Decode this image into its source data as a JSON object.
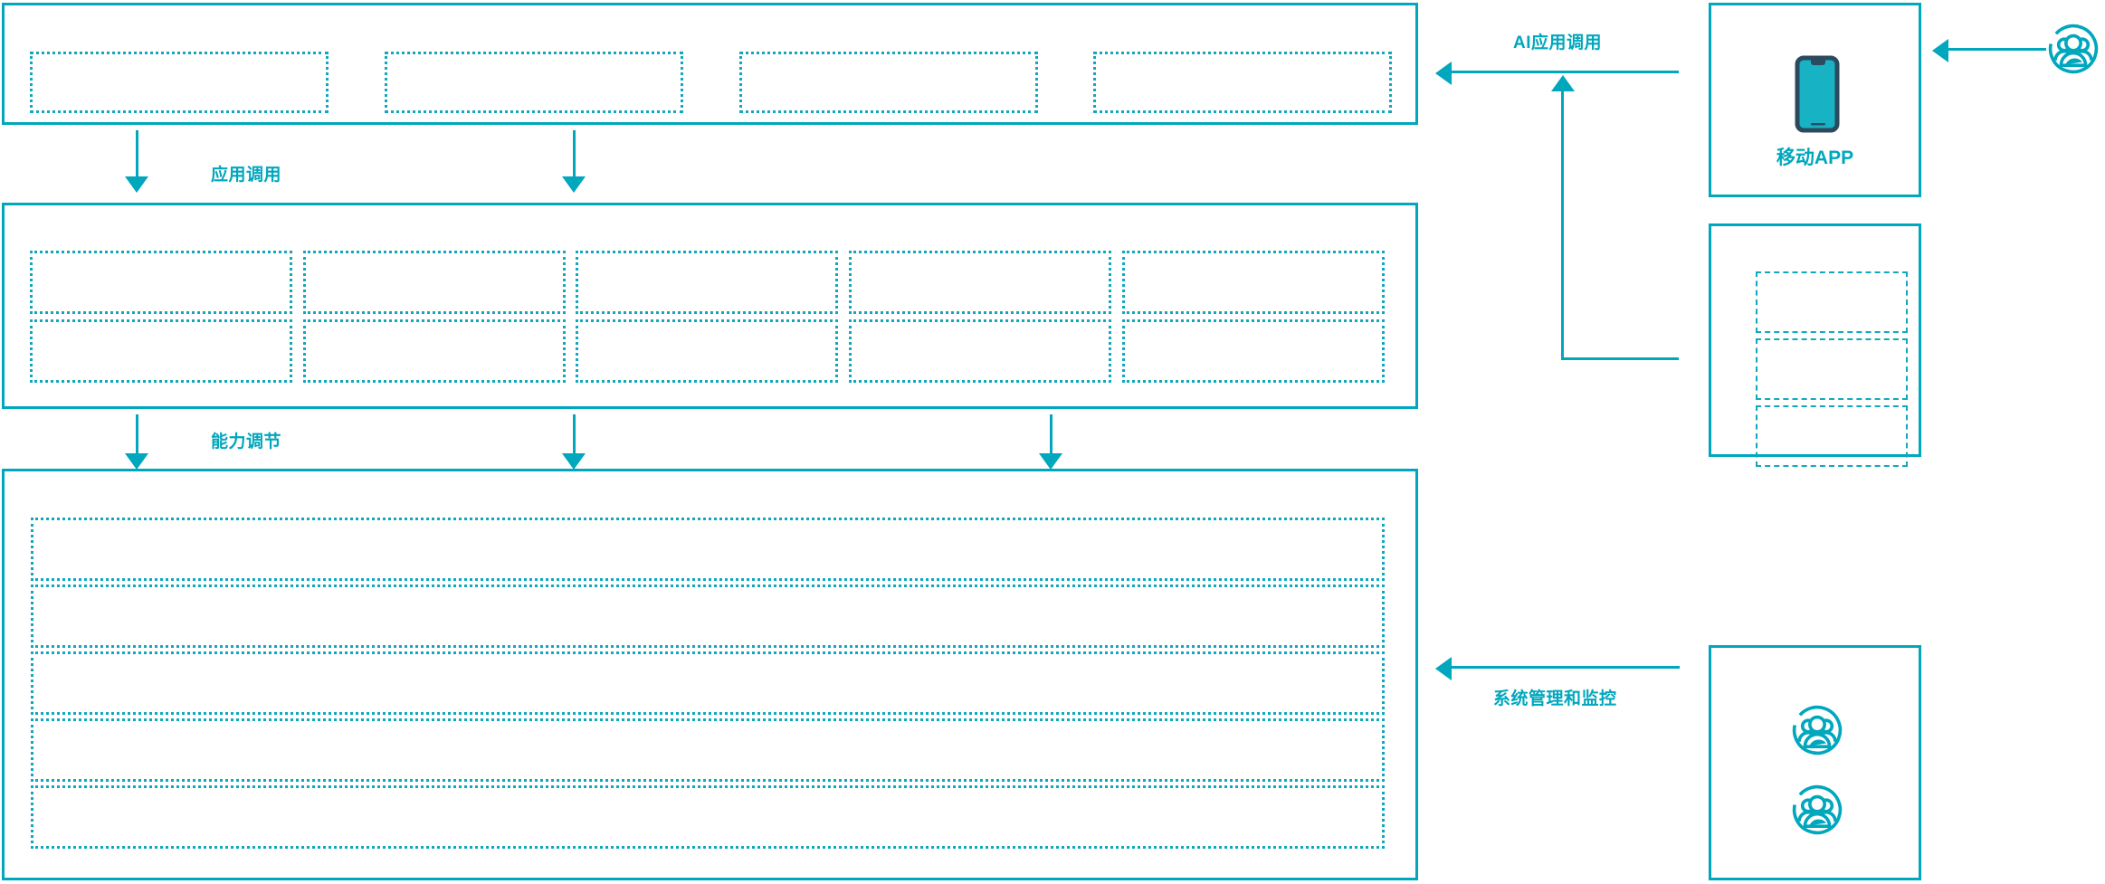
{
  "diagram": {
    "accent_color": "#00a7bd",
    "phone_body_color": "#2c4a5e",
    "phone_screen_color": "#17b2c4",
    "background_color": "#ffffff"
  },
  "layers": [
    {
      "id": "application-layer",
      "name": "application-layer",
      "slots": [
        {
          "id": "app-slot-1",
          "label": ""
        },
        {
          "id": "app-slot-2",
          "label": ""
        },
        {
          "id": "app-slot-3",
          "label": ""
        },
        {
          "id": "app-slot-4",
          "label": ""
        }
      ]
    },
    {
      "id": "capability-layer",
      "name": "capability-layer",
      "columns": [
        {
          "id": "cap-col-1",
          "cells": [
            {
              "id": "cap-cell-1-1",
              "label": ""
            },
            {
              "id": "cap-cell-1-2",
              "label": ""
            }
          ]
        },
        {
          "id": "cap-col-2",
          "cells": [
            {
              "id": "cap-cell-2-1",
              "label": ""
            },
            {
              "id": "cap-cell-2-2",
              "label": ""
            }
          ]
        },
        {
          "id": "cap-col-3",
          "cells": [
            {
              "id": "cap-cell-3-1",
              "label": ""
            },
            {
              "id": "cap-cell-3-2",
              "label": ""
            }
          ]
        },
        {
          "id": "cap-col-4",
          "cells": [
            {
              "id": "cap-cell-4-1",
              "label": ""
            },
            {
              "id": "cap-cell-4-2",
              "label": ""
            }
          ]
        },
        {
          "id": "cap-col-5",
          "cells": [
            {
              "id": "cap-cell-5-1",
              "label": ""
            },
            {
              "id": "cap-cell-5-2",
              "label": ""
            }
          ]
        }
      ]
    },
    {
      "id": "infrastructure-layer",
      "name": "infrastructure-layer",
      "bands": [
        {
          "id": "infra-band-1",
          "label": ""
        },
        {
          "id": "infra-band-2",
          "label": ""
        },
        {
          "id": "infra-band-3",
          "label": ""
        },
        {
          "id": "infra-band-4",
          "label": ""
        },
        {
          "id": "infra-band-5",
          "label": ""
        }
      ]
    }
  ],
  "flow_labels": {
    "application_call": "应用调用",
    "capability_adjust": "能力调节",
    "ai_application_call": "AI应用调用",
    "system_management_monitoring": "系统管理和监控"
  },
  "side_panels": [
    {
      "id": "mobile-app-panel",
      "caption": "移动APP",
      "icon": "mobile-phone-icon"
    },
    {
      "id": "channel-panel",
      "caption": "",
      "slots": [
        {
          "id": "channel-slot-1",
          "label": ""
        },
        {
          "id": "channel-slot-2",
          "label": ""
        },
        {
          "id": "channel-slot-3",
          "label": ""
        }
      ]
    },
    {
      "id": "operations-panel",
      "caption": "",
      "icons": [
        {
          "id": "operations-user-icon-1",
          "icon": "user-group-icon"
        },
        {
          "id": "operations-user-icon-2",
          "icon": "user-group-icon"
        }
      ]
    }
  ],
  "actors": [
    {
      "id": "end-user-actor",
      "icon": "user-group-icon",
      "label": ""
    }
  ]
}
